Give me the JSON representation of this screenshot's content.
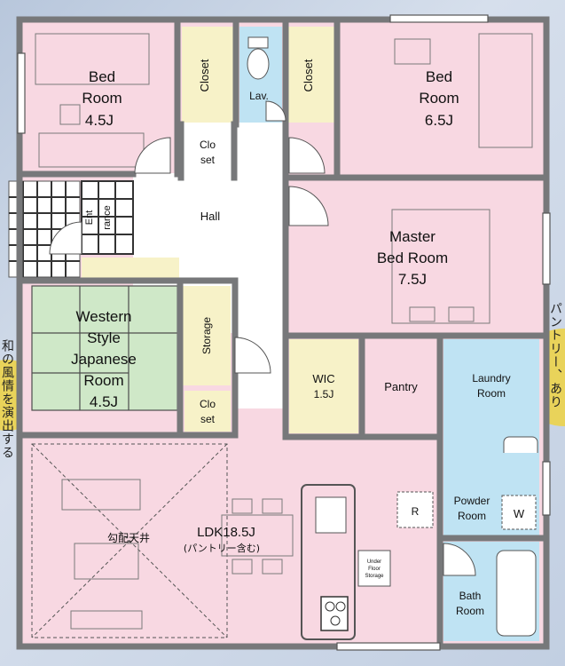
{
  "colors": {
    "bedroom": "#f8d8e2",
    "closet": "#f7f2c8",
    "wet": "#bfe3f3",
    "japanese": "#cfe8c8",
    "hall": "#ffffff",
    "wall": "#77787a",
    "accent_yellow": "#e9d35a"
  },
  "rooms": {
    "bed1": {
      "line1": "Bed",
      "line2": "Room",
      "line3": "4.5J"
    },
    "closet1": "Closet",
    "lav": "Lav.",
    "closet2": "Closet",
    "bed2": {
      "line1": "Bed",
      "line2": "Room",
      "line3": "6.5J"
    },
    "cloSet1": {
      "line1": "Clo",
      "line2": "set"
    },
    "entrance": {
      "line1": "Ent",
      "line2": "rance"
    },
    "hall": "Hall",
    "master": {
      "line1": "Master",
      "line2": "Bed Room",
      "line3": "7.5J"
    },
    "western": {
      "line1": "Western",
      "line2": "Style",
      "line3": "Japanese",
      "line4": "Room",
      "line5": "4.5J"
    },
    "storage": "Storage",
    "cloSet2": {
      "line1": "Clo",
      "line2": "set"
    },
    "wic": {
      "line1": "WIC",
      "line2": "1.5J"
    },
    "pantry": "Pantry",
    "laundry": {
      "line1": "Laundry",
      "line2": "Room"
    },
    "powder": {
      "line1": "Powder",
      "line2": "Room"
    },
    "washer": "W",
    "bath": {
      "line1": "Bath",
      "line2": "Room"
    },
    "ldk": {
      "line1": "LDK18.5J",
      "line2": "(パントリー含む)"
    },
    "ceiling": "勾配天井",
    "underfloor": {
      "line1": "Under",
      "line2": "Floor",
      "line3": "Storage"
    },
    "fridge": "R"
  },
  "side_notes": {
    "left": "和の風情を演出する",
    "right": "パントリー、あり"
  }
}
